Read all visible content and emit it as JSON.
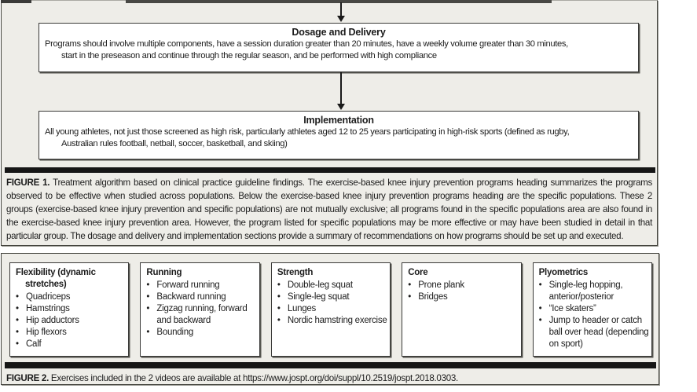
{
  "figure1": {
    "flow_boxes": [
      {
        "title": "Dosage and Delivery",
        "line1": "Programs should involve multiple components, have a session duration greater than 20 minutes, have a weekly volume greater than 30 minutes,",
        "line2": "start in the preseason and continue through the regular season, and be performed with high compliance"
      },
      {
        "title": "Implementation",
        "line1": "All young athletes, not just those screened as high risk, particularly athletes aged 12 to 25 years participating in high-risk sports (defined as rugby,",
        "line2": "Australian rules football, netball, soccer, basketball, and skiing)"
      }
    ],
    "caption": {
      "label": "FIGURE 1.",
      "text": "Treatment algorithm based on clinical practice guideline findings. The exercise-based knee injury prevention programs heading summarizes the programs observed to be effective when studied across populations. Below the exercise-based knee injury prevention programs heading are the specific populations. These 2 groups (exercise-based knee injury prevention and specific populations) are not mutually exclusive; all programs found in the specific populations area are also found in the exercise-based knee injury prevention area. However, the program listed for specific populations may be more effective or may have been studied in detail in that particular group. The dosage and delivery and implementation sections provide a summary of recommendations on how programs should be set up and executed."
    }
  },
  "figure2": {
    "categories": [
      {
        "title": "Flexibility (dynamic stretches)",
        "items": [
          "Quadriceps",
          "Hamstrings",
          "Hip adductors",
          "Hip flexors",
          "Calf"
        ]
      },
      {
        "title": "Running",
        "items": [
          "Forward running",
          "Backward running",
          "Zigzag running, forward and backward",
          "Bounding"
        ]
      },
      {
        "title": "Strength",
        "items": [
          "Double-leg squat",
          "Single-leg squat",
          "Lunges",
          "Nordic hamstring exercise"
        ]
      },
      {
        "title": "Core",
        "items": [
          "Prone plank",
          "Bridges"
        ]
      },
      {
        "title": "Plyometrics",
        "items": [
          "Single-leg hopping, anterior/posterior",
          "“Ice skaters”",
          "Jump to header or catch ball over head (depending on sport)"
        ]
      }
    ],
    "caption": {
      "label": "FIGURE 2.",
      "text": "Exercises included in the 2 videos are available at",
      "url": "https://www.jospt.org/doi/suppl/10.2519/jospt.2018.0303",
      "suffix": "."
    }
  },
  "colors": {
    "panel_background": "#eeede8",
    "box_border": "#3a3a38",
    "separator_bar": "#161616",
    "text": "#1c1c1c"
  }
}
